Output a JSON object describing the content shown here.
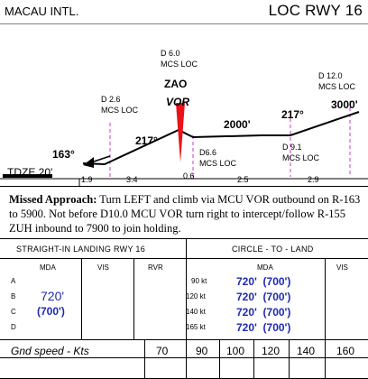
{
  "header": {
    "airport": "MACAU INTL.",
    "procedure": "LOC RWY 16"
  },
  "profile": {
    "fixes": [
      {
        "dist": "D 2.6",
        "name": "MCS LOC"
      },
      {
        "dist": "D 6.0",
        "name": "MCS LOC"
      },
      {
        "dist": "D6.6",
        "name": "MCS LOC"
      },
      {
        "dist": "D 9.1",
        "name": "MCS LOC"
      },
      {
        "dist": "D 12.0",
        "name": "MCS LOC"
      }
    ],
    "vor_ident": "ZAO",
    "vor_type": "VOR",
    "courses": {
      "c163": "163°",
      "c217a": "217°",
      "c217b": "217°"
    },
    "altitudes": {
      "a2000": "2000'",
      "a3000": "3000'"
    },
    "tdze": "TDZE 20'",
    "segments": {
      "s1": "1.9",
      "s2": "3.4",
      "s3": "0.6",
      "s4": "2.5",
      "s5": "2.9"
    }
  },
  "missed": {
    "title": "Missed Approach:",
    "text": " Turn LEFT and climb via MCU VOR outbound on R-163 to 5900. Not before D10.0 MCU VOR turn right to intercept/follow R-155 ZUH inbound to 7900 to join holding."
  },
  "minima": {
    "straight_in_title": "STRAIGHT-IN LANDING RWY 16",
    "circle_title": "CIRCLE - TO - LAND",
    "si_cols": {
      "mda": "MDA",
      "vis": "VIS",
      "rvr": "RVR"
    },
    "cl_cols": {
      "mda": "MDA",
      "vis": "VIS"
    },
    "categories": [
      "A",
      "B",
      "C",
      "D"
    ],
    "si_mda": "720'",
    "si_hat": "(700')",
    "circle_speeds": [
      "90 kt",
      "120 kt",
      "140 kt",
      "165 kt"
    ],
    "circle_values": [
      "720'  (700')",
      "720'  (700')",
      "720'  (700')",
      "720'  (700')"
    ]
  },
  "groundspeed": {
    "label": "Gnd speed - Kts",
    "speeds": [
      "70",
      "90",
      "100",
      "120",
      "140",
      "160"
    ]
  },
  "colors": {
    "vor": "#e8141c",
    "fix_dash": "#c43cc8",
    "minima_blue": "#1f2ab3"
  }
}
